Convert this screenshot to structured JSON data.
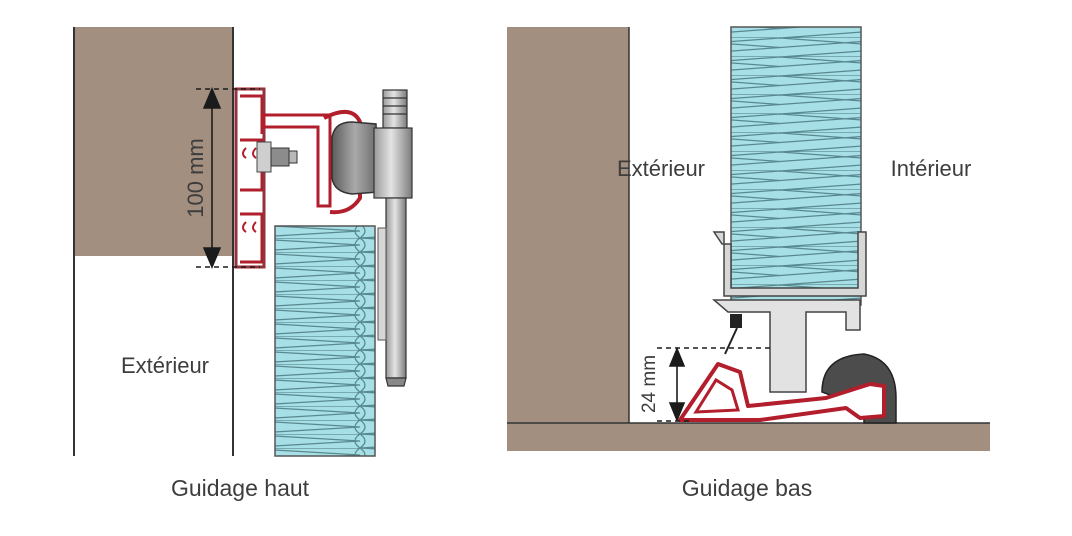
{
  "figures": [
    {
      "caption": "Guidage haut",
      "dimension_label": "100 mm",
      "side_label": "Extérieur"
    },
    {
      "caption": "Guidage bas",
      "dimension_label": "24 mm",
      "left_label": "Extérieur",
      "right_label": "Intérieur"
    }
  ],
  "colors": {
    "wall": "#a38f80",
    "insulation": "#a7dfe6",
    "seal_red": "#b21e2b",
    "metal": "#d7d7d7",
    "dark_metal": "#6d6d6d"
  }
}
